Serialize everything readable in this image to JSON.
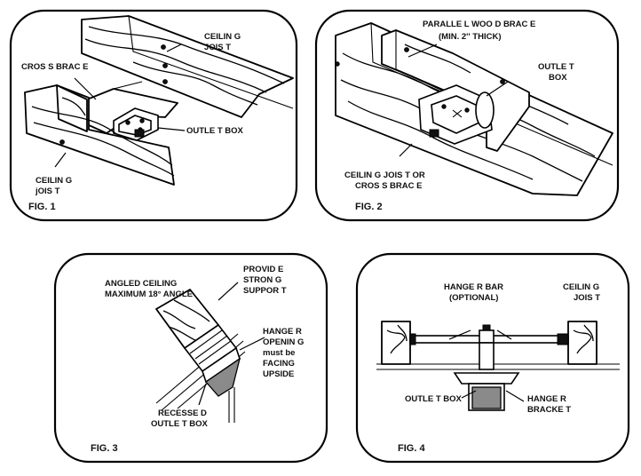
{
  "fig1": {
    "ceiling_joist_top": [
      "CEILIN G",
      "JOIS T"
    ],
    "cross_brace": "CROS S BRAC E",
    "outlet_box": "OUTLE T BOX",
    "ceiling_joist_bottom": [
      "CEILIN G",
      "jOIS T"
    ],
    "caption": "FIG. 1"
  },
  "fig2": {
    "parallel_brace": [
      "PARALLE L WOO D BRAC E",
      "(MIN. 2'' THICK)"
    ],
    "outlet_box": [
      "OUTLE T",
      "BOX"
    ],
    "joist_or_brace": [
      "CEILIN G JOIS T OR",
      "CROS S BRAC E"
    ],
    "caption": "FIG. 2"
  },
  "fig3": {
    "angled_ceiling": [
      "ANGLED CEILING",
      "MAXIMUM 18° ANGLE"
    ],
    "provide_support": [
      "PROVID E",
      "STRON G",
      "SUPPOR T"
    ],
    "hanger_opening": [
      "HANGE R",
      "OPENIN G",
      "must be",
      "FACING",
      "UPSIDE"
    ],
    "recessed_box": [
      "RECESSE D",
      "OUTLE T BOX"
    ],
    "caption": "FIG. 3"
  },
  "fig4": {
    "hanger_bar": [
      "HANGE R BAR",
      "(OPTIONAL)"
    ],
    "ceiling_joist": [
      "CEILIN G",
      "JOIS T"
    ],
    "outlet_box": "OUTLE T BOX",
    "hanger_bracket": [
      "HANGE R",
      "BRACKE T"
    ],
    "caption": "FIG. 4"
  }
}
